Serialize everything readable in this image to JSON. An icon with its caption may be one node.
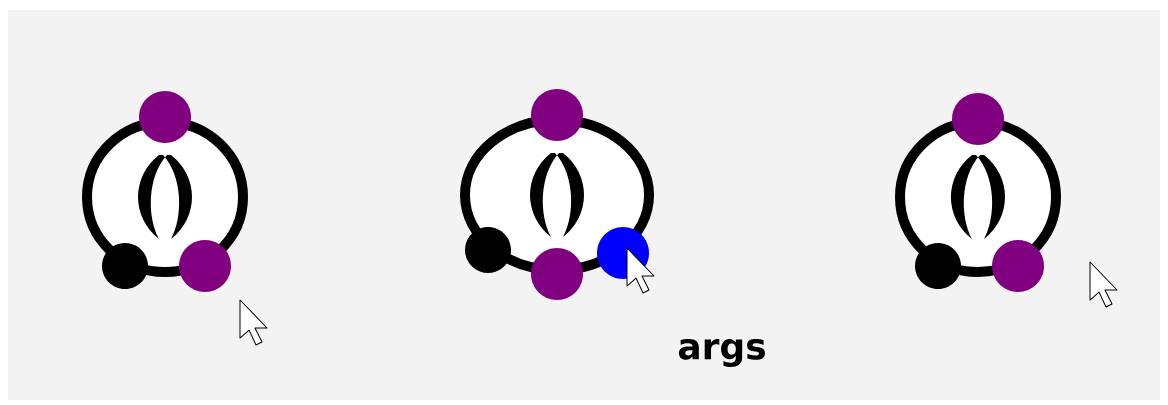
{
  "diagram": {
    "nodes": [
      {
        "text": [],
        "shape": "circle"
      },
      {
        "text": [],
        "shape": "circle"
      },
      {
        "text": [],
        "shape": "circle"
      }
    ],
    "labels": [
      "args"
    ]
  }
}
